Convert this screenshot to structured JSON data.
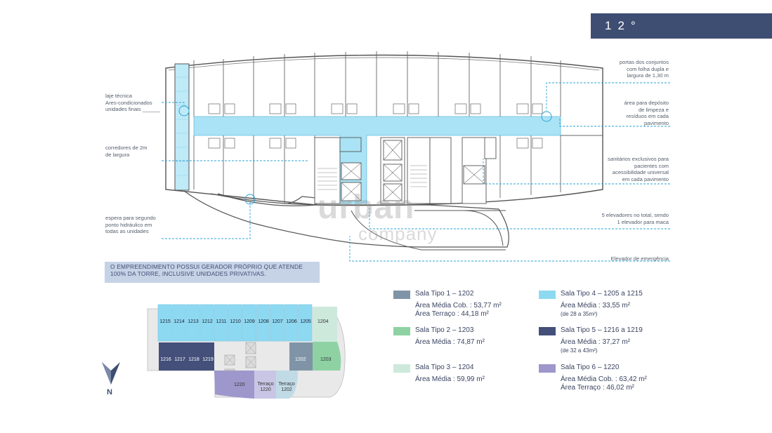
{
  "header": {
    "title": "12° PAVIMENTO"
  },
  "annotations": {
    "laje": "laje técnica\nAres-condicionados\nunidades finais ______",
    "corredores": "corredores de 2m\nde largura",
    "espera": "espera para segundo\nponto hidráulico em\ntodas as unidades",
    "portas": "portas dos conjuntos\ncom folha dupla e\nlargura de 1,30 m",
    "deposito": "área para depósito\nde limpeza e\nresíduos em cada\npavimento",
    "sanitarios": "sanitários exclusivos para\npacientes com\nacessibilidade universal\nem cada pavimento",
    "elevadores": "5 elevadores no total, sendo\n1 elevador para maca",
    "emergencia": "Elevador de emergência"
  },
  "generator_note": "O EMPREENDIMENTO POSSUI GERADOR PRÓPRIO QUE ATENDE\n100% DA TORRE, INCLUSIVE UNIDADES PRIVATIVAS.",
  "watermark": {
    "line1": "urban",
    "line2": "company"
  },
  "legend": [
    {
      "color": "#7f94a6",
      "title": "Sala Tipo 1 – 1202",
      "line1": "Área Média Cob. : 53,77 m²",
      "line2": "Área Terraço : 44,18 m²"
    },
    {
      "color": "#8ed2a4",
      "title": "Sala Tipo 2 – 1203",
      "line1": "Área Média : 74,87 m²",
      "line2": ""
    },
    {
      "color": "#cde9dc",
      "title": "Sala Tipo 3 – 1204",
      "line1": "Área Média : 59,99 m²",
      "line2": ""
    },
    {
      "color": "#8ed9f2",
      "title": "Sala Tipo 4 – 1205 a 1215",
      "line1": "Área Média : 33,55 m²",
      "line2": "(de 28 a 35m²)"
    },
    {
      "color": "#44507a",
      "title": "Sala Tipo 5 – 1216 a 1219",
      "line1": "Área Média : 37,27 m²",
      "line2": "(de 32 a 43m²)"
    },
    {
      "color": "#9d97cc",
      "title": "Sala Tipo 6 – 1220",
      "line1": "Área Média Cob. :  63,42 m²",
      "line2": "Área Terraço : 46,02 m²"
    }
  ],
  "mini_plan": {
    "top_units": [
      "1215",
      "1214",
      "1213",
      "1212",
      "1211",
      "1210",
      "1209",
      "1208",
      "1207",
      "1206",
      "1205"
    ],
    "bottom_units": [
      "1216",
      "1217",
      "1218",
      "1219"
    ],
    "unit_1204": "1204",
    "unit_1203": "1203",
    "unit_1202": "1202",
    "unit_1220": "1220",
    "terraco_1220": "Terraço\n1220",
    "terraco_1202": "Terraço\n1202"
  },
  "north": "N",
  "colors": {
    "header_bg": "#3e4d72",
    "corridor": "#a9e3f5",
    "guide_line": "#2aa3d5"
  }
}
